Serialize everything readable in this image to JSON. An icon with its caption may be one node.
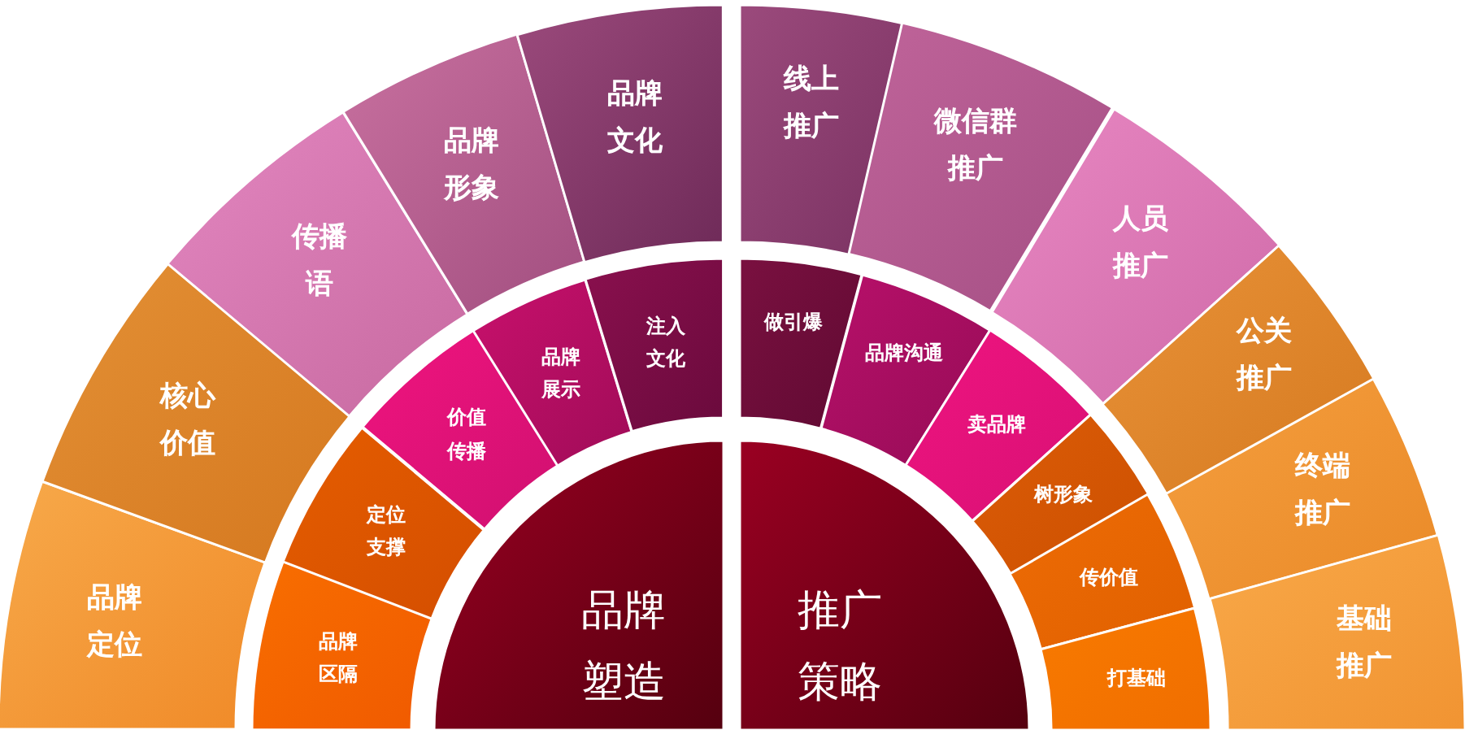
{
  "diagram": {
    "nodes": [
      {
        "text": [
          "品牌定位"
        ]
      },
      {
        "text": [
          "核心价值"
        ]
      },
      {
        "text": [
          "传播语"
        ]
      },
      {
        "text": [
          "品牌形象"
        ]
      },
      {
        "text": [
          "品牌文化"
        ]
      },
      {
        "text": [
          "品牌区隔"
        ]
      },
      {
        "text": [
          "定位支撑"
        ]
      },
      {
        "text": [
          "价值传播"
        ]
      },
      {
        "text": [
          "品牌展示"
        ]
      },
      {
        "text": [
          "注入文化"
        ]
      },
      {
        "text": [
          "品牌塑造"
        ]
      },
      {
        "text": [
          "线上推广"
        ]
      },
      {
        "text": [
          "微信群推广"
        ]
      },
      {
        "text": [
          "人员推广"
        ]
      },
      {
        "text": [
          "公关推广"
        ]
      },
      {
        "text": [
          "终端推广"
        ]
      },
      {
        "text": [
          "基础推广"
        ]
      },
      {
        "text": [
          "做引爆"
        ]
      },
      {
        "text": [
          "品牌沟通"
        ]
      },
      {
        "text": [
          "卖品牌"
        ]
      },
      {
        "text": [
          "树形象"
        ]
      },
      {
        "text": [
          "传价值"
        ]
      },
      {
        "text": [
          "打基础"
        ]
      },
      {
        "text": [
          "推广策略"
        ]
      }
    ]
  }
}
